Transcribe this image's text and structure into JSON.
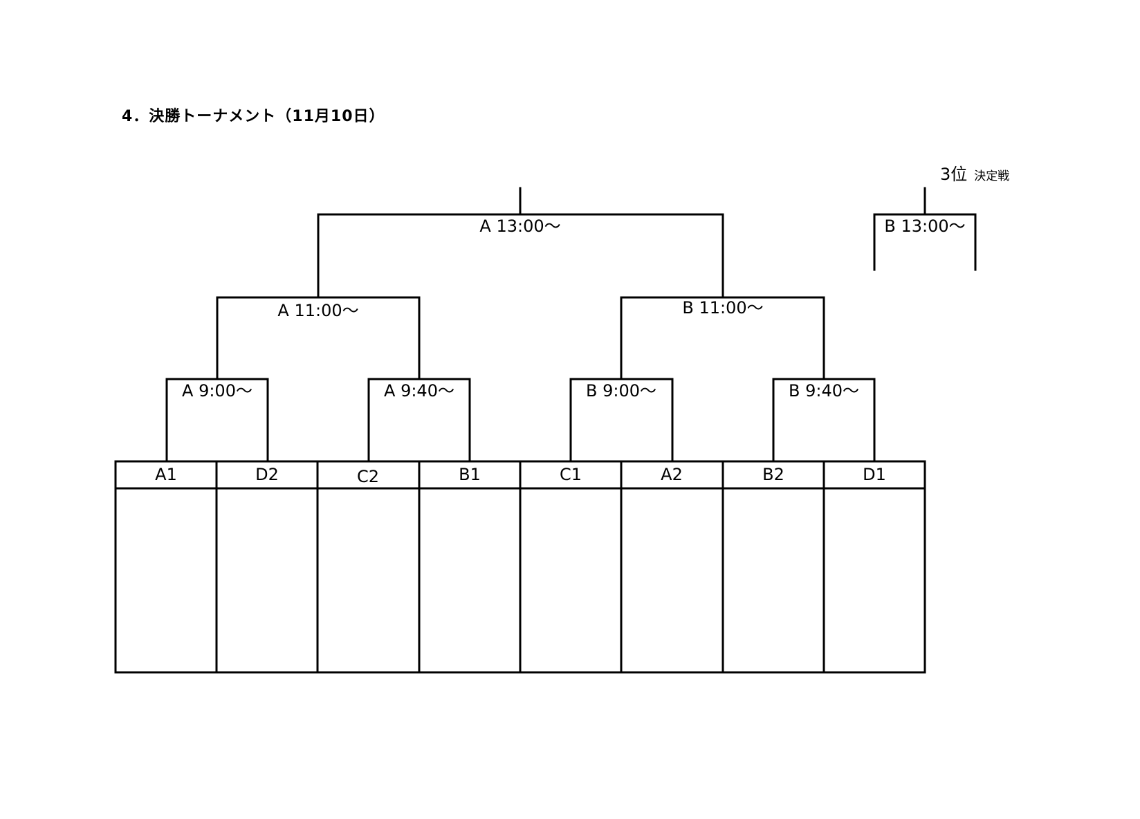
{
  "title": "4．決勝トーナメント（11月10日）",
  "third_place": {
    "rank": "3位",
    "subtitle": "決定戦",
    "match": "B 13:00～"
  },
  "rounds": {
    "final": "A 13:00～",
    "semifinals": [
      "A 11:00～",
      "B 11:00～"
    ],
    "quarterfinals": [
      "A 9:00～",
      "A 9:40～",
      "B 9:00～",
      "B 9:40～"
    ]
  },
  "teams": [
    "A1",
    "D2",
    "C2",
    "B1",
    "C1",
    "A2",
    "B2",
    "D1"
  ]
}
